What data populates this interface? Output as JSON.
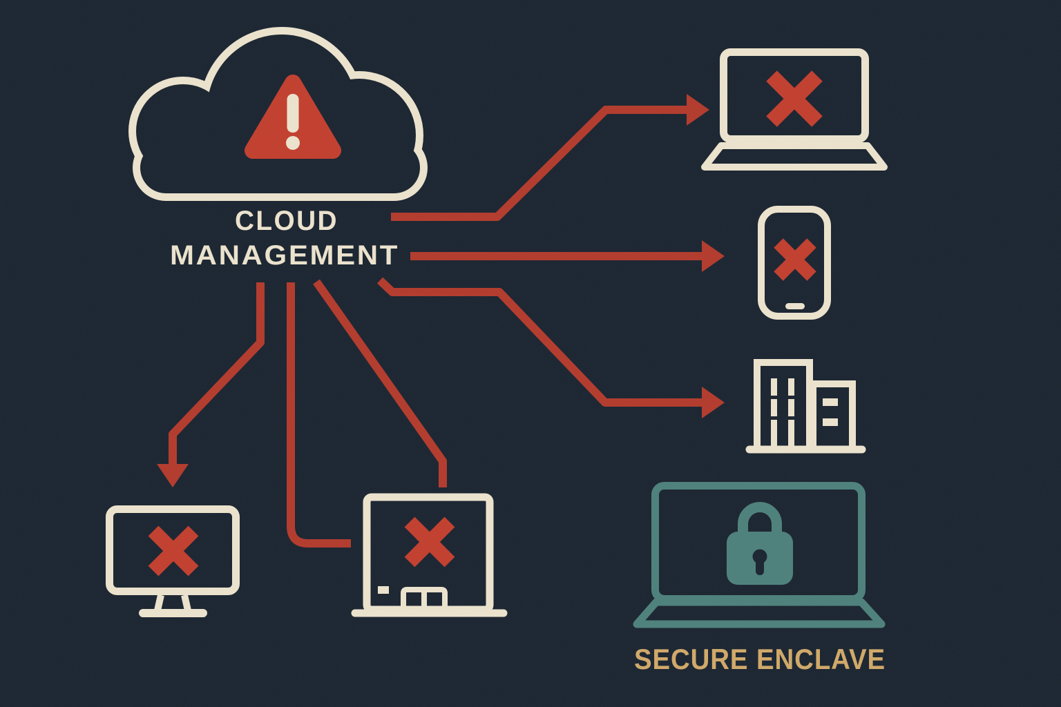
{
  "title": "Cloud management lockout diagram",
  "colors": {
    "background": "#1a2430",
    "cream": "#ece3cd",
    "red": "#c23e2e",
    "line_red": "#b23a2c",
    "teal": "#4d807b",
    "gold": "#d0a868"
  },
  "cloud": {
    "label_line1": "CLOUD",
    "label_line2": "MANAGEMENT",
    "icon": "warning-triangle"
  },
  "secure_enclave": {
    "label": "SECURE ENCLAVE",
    "icon": "padlock"
  },
  "devices": [
    {
      "id": "laptop",
      "status": "blocked",
      "badge": "x-mark"
    },
    {
      "id": "smartphone",
      "status": "blocked",
      "badge": "x-mark"
    },
    {
      "id": "office-building",
      "status": "targeted",
      "badge": "none"
    },
    {
      "id": "desktop-monitor",
      "status": "blocked",
      "badge": "x-mark"
    },
    {
      "id": "server-box",
      "status": "blocked",
      "badge": "x-mark"
    },
    {
      "id": "secure-laptop",
      "status": "secure",
      "badge": "padlock"
    }
  ],
  "connections": [
    {
      "from": "cloud-management",
      "to": "laptop",
      "arrowhead": true
    },
    {
      "from": "cloud-management",
      "to": "smartphone",
      "arrowhead": true
    },
    {
      "from": "cloud-management",
      "to": "office-building",
      "arrowhead": true
    },
    {
      "from": "cloud-management",
      "to": "desktop-monitor",
      "arrowhead": true
    },
    {
      "from": "cloud-management",
      "to": "server-box-side",
      "arrowhead": false
    },
    {
      "from": "cloud-management",
      "to": "server-box-top",
      "arrowhead": false
    }
  ]
}
